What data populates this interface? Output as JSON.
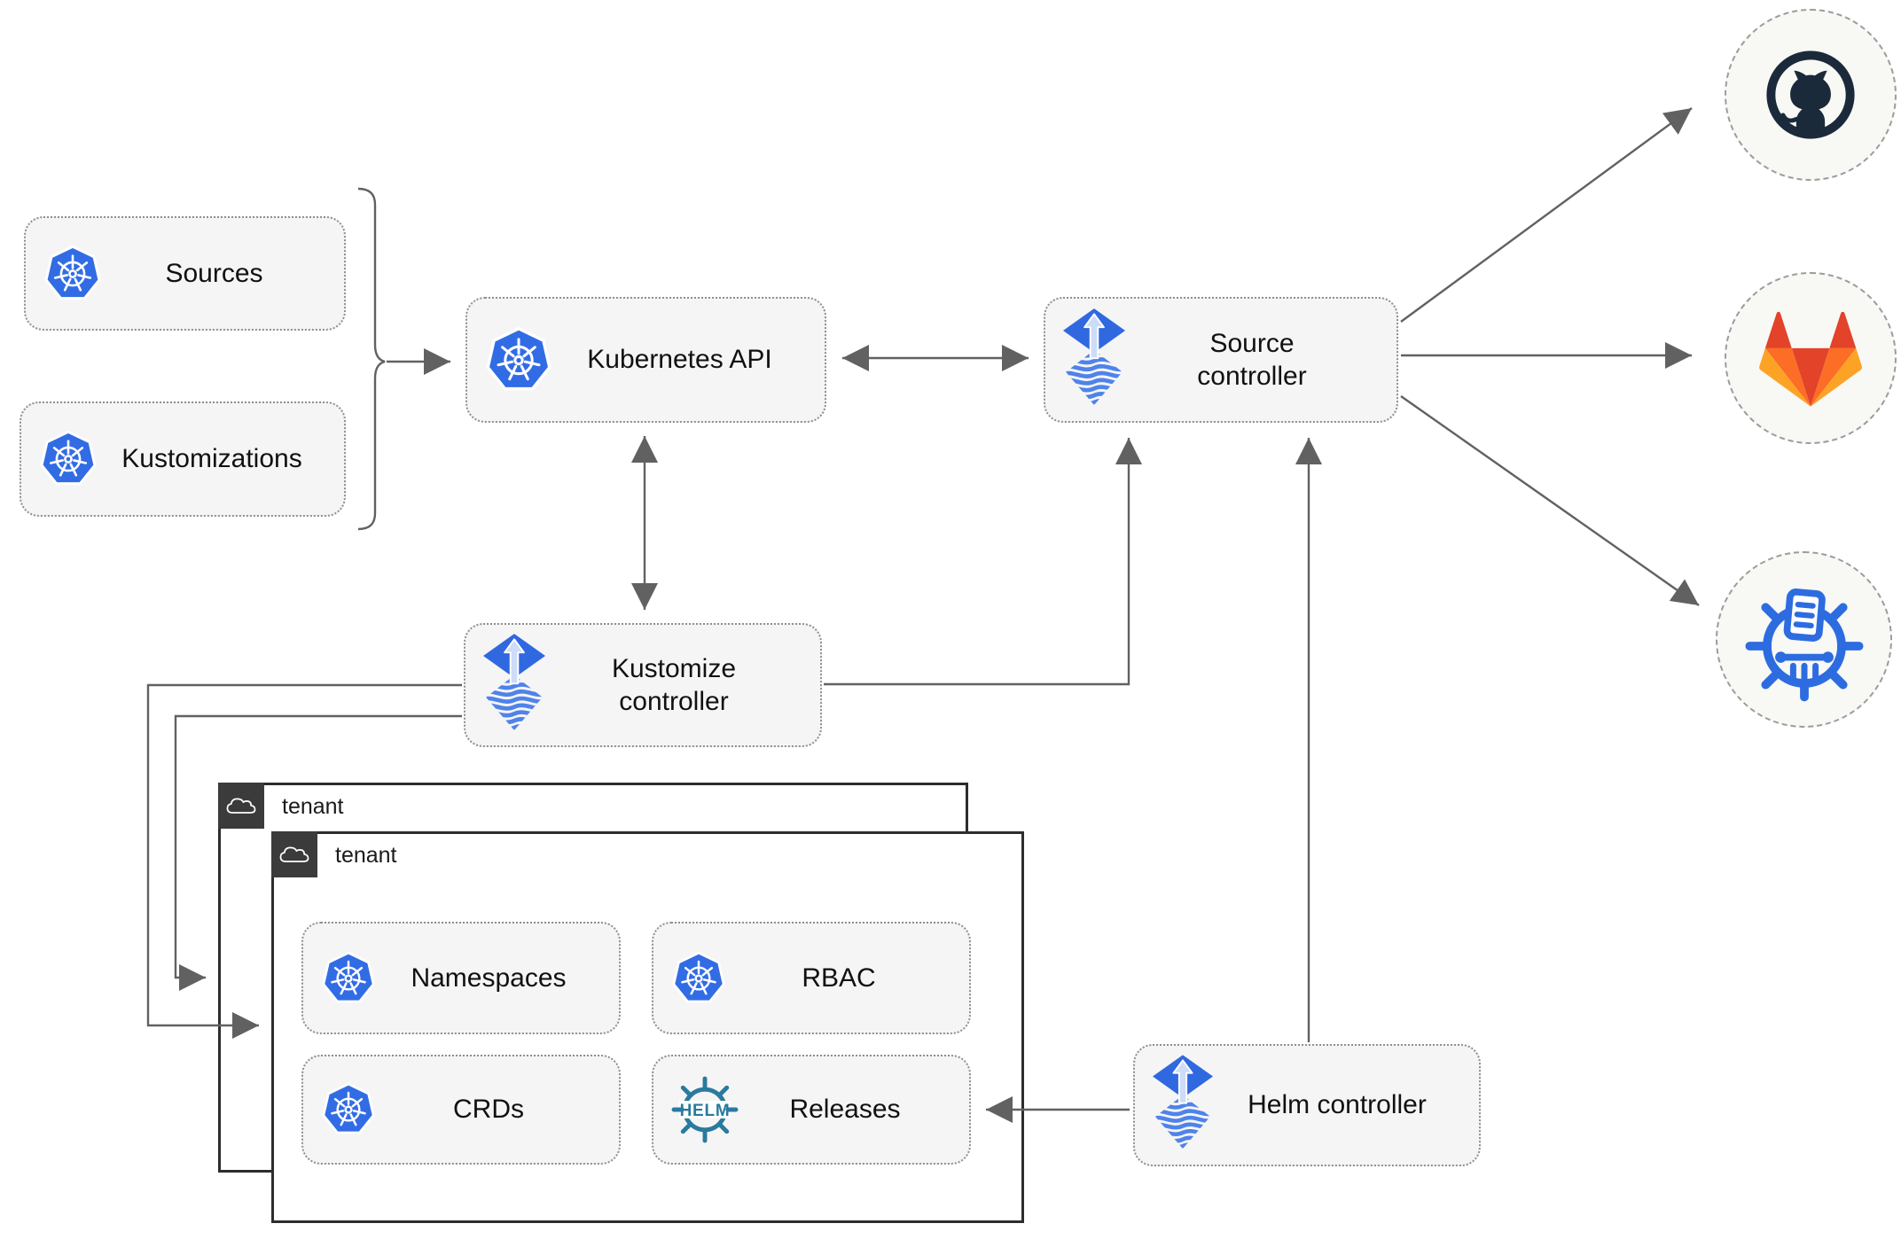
{
  "nodes": {
    "sources": {
      "label": "Sources",
      "icon": "kubernetes-icon"
    },
    "kustomizations": {
      "label": "Kustomizations",
      "icon": "kubernetes-icon"
    },
    "kubernetes_api": {
      "label": "Kubernetes API",
      "icon": "kubernetes-icon"
    },
    "source_controller": {
      "label": "Source controller",
      "icon": "flux-icon"
    },
    "kustomize_controller": {
      "label": "Kustomize controller",
      "icon": "flux-icon"
    },
    "helm_controller": {
      "label": "Helm controller",
      "icon": "flux-icon"
    },
    "namespaces": {
      "label": "Namespaces",
      "icon": "kubernetes-icon"
    },
    "rbac": {
      "label": "RBAC",
      "icon": "kubernetes-icon"
    },
    "crds": {
      "label": "CRDs",
      "icon": "kubernetes-icon"
    },
    "releases": {
      "label": "Releases",
      "icon": "helm-icon"
    }
  },
  "groups": {
    "tenant_back": {
      "label": "tenant",
      "icon": "cloud-icon"
    },
    "tenant_front": {
      "label": "tenant",
      "icon": "cloud-icon"
    }
  },
  "remotes": {
    "github": {
      "icon": "github-icon"
    },
    "gitlab": {
      "icon": "gitlab-icon"
    },
    "chartmuseum": {
      "icon": "chartmuseum-icon"
    }
  },
  "helm_logo_text": "HELM",
  "connections": [
    {
      "from": "sources-and-kustomizations",
      "to": "kubernetes-api",
      "bidirectional": false
    },
    {
      "from": "kubernetes-api",
      "to": "source-controller",
      "bidirectional": true
    },
    {
      "from": "kubernetes-api",
      "to": "kustomize-controller",
      "bidirectional": true
    },
    {
      "from": "kustomize-controller",
      "to": "source-controller",
      "bidirectional": false
    },
    {
      "from": "kustomize-controller",
      "to": "tenant-back",
      "bidirectional": false
    },
    {
      "from": "kustomize-controller",
      "to": "tenant-front",
      "bidirectional": false
    },
    {
      "from": "helm-controller",
      "to": "source-controller",
      "bidirectional": false
    },
    {
      "from": "helm-controller",
      "to": "releases",
      "bidirectional": false
    },
    {
      "from": "source-controller",
      "to": "github",
      "bidirectional": false
    },
    {
      "from": "source-controller",
      "to": "gitlab",
      "bidirectional": false
    },
    {
      "from": "source-controller",
      "to": "chartmuseum",
      "bidirectional": false
    }
  ],
  "colors": {
    "kubernetes_blue": "#326CE5",
    "flux_blue": "#3068e0",
    "flux_stripe_blue": "#4f83ea",
    "flux_arrow_light": "#cddcf7",
    "helm_teal": "#2a7a9e",
    "chartmuseum_blue": "#2d6ce0",
    "github_dark": "#1b2a3a",
    "gitlab_red_orange": "#e24329",
    "gitlab_orange": "#fc6d26",
    "gitlab_amber": "#fca326",
    "connector_gray": "#616161",
    "node_background": "#f5f5f5",
    "tenant_tab_dark": "#3b3b3b"
  }
}
